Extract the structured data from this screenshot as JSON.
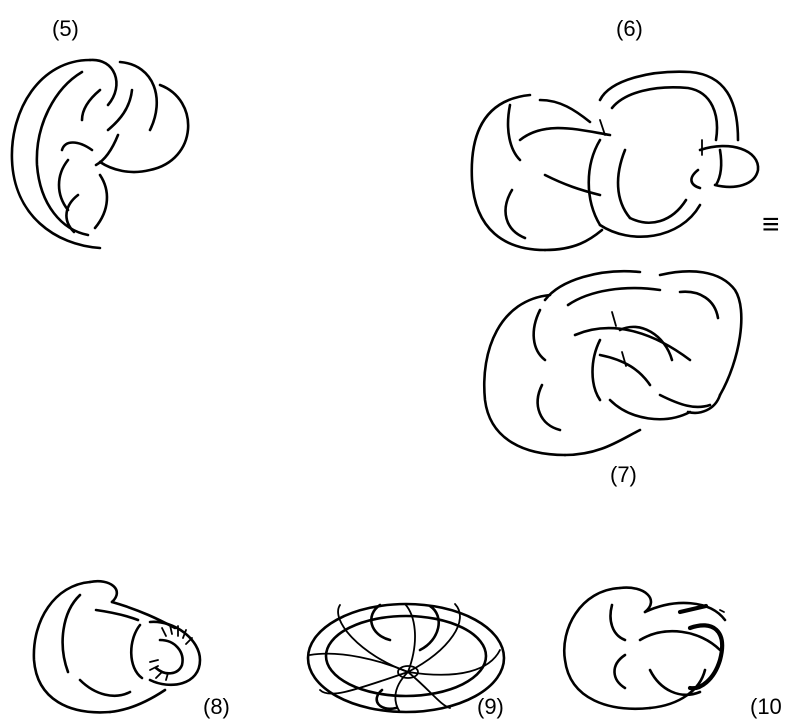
{
  "labels": {
    "fig5": "(5)",
    "fig6": "(6)",
    "fig7": "(7)",
    "fig8": "(8)",
    "fig9": "(9)",
    "fig10": "(10"
  },
  "equiv_symbol": "≡"
}
